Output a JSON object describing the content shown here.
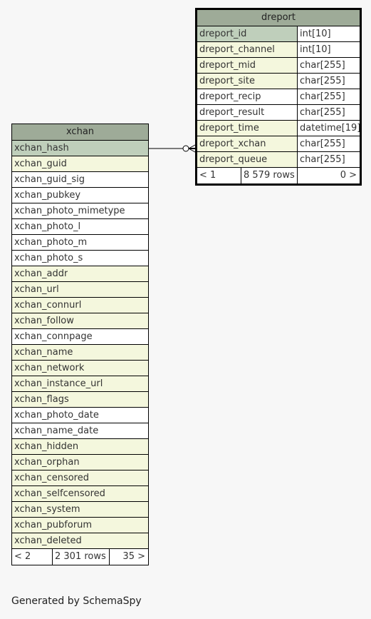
{
  "tables": {
    "dreport": {
      "name": "dreport",
      "columns": [
        {
          "name": "dreport_id",
          "type": "int[10]",
          "style": "pk"
        },
        {
          "name": "dreport_channel",
          "type": "int[10]",
          "style": "idx"
        },
        {
          "name": "dreport_mid",
          "type": "char[255]",
          "style": "idx"
        },
        {
          "name": "dreport_site",
          "type": "char[255]",
          "style": "idx"
        },
        {
          "name": "dreport_recip",
          "type": "char[255]",
          "style": "plain"
        },
        {
          "name": "dreport_result",
          "type": "char[255]",
          "style": "plain"
        },
        {
          "name": "dreport_time",
          "type": "datetime[19]",
          "style": "idx"
        },
        {
          "name": "dreport_xchan",
          "type": "char[255]",
          "style": "idx"
        },
        {
          "name": "dreport_queue",
          "type": "char[255]",
          "style": "idx"
        }
      ],
      "footer": {
        "parents": "< 1",
        "rows": "8 579 rows",
        "children": "0 >"
      }
    },
    "xchan": {
      "name": "xchan",
      "columns": [
        {
          "name": "xchan_hash",
          "style": "pk"
        },
        {
          "name": "xchan_guid",
          "style": "idx"
        },
        {
          "name": "xchan_guid_sig",
          "style": "plain"
        },
        {
          "name": "xchan_pubkey",
          "style": "plain"
        },
        {
          "name": "xchan_photo_mimetype",
          "style": "plain"
        },
        {
          "name": "xchan_photo_l",
          "style": "plain"
        },
        {
          "name": "xchan_photo_m",
          "style": "plain"
        },
        {
          "name": "xchan_photo_s",
          "style": "plain"
        },
        {
          "name": "xchan_addr",
          "style": "idx"
        },
        {
          "name": "xchan_url",
          "style": "idx"
        },
        {
          "name": "xchan_connurl",
          "style": "idx"
        },
        {
          "name": "xchan_follow",
          "style": "idx"
        },
        {
          "name": "xchan_connpage",
          "style": "plain"
        },
        {
          "name": "xchan_name",
          "style": "idx"
        },
        {
          "name": "xchan_network",
          "style": "idx"
        },
        {
          "name": "xchan_instance_url",
          "style": "idx"
        },
        {
          "name": "xchan_flags",
          "style": "idx"
        },
        {
          "name": "xchan_photo_date",
          "style": "plain"
        },
        {
          "name": "xchan_name_date",
          "style": "plain"
        },
        {
          "name": "xchan_hidden",
          "style": "idx"
        },
        {
          "name": "xchan_orphan",
          "style": "idx"
        },
        {
          "name": "xchan_censored",
          "style": "idx"
        },
        {
          "name": "xchan_selfcensored",
          "style": "idx"
        },
        {
          "name": "xchan_system",
          "style": "idx"
        },
        {
          "name": "xchan_pubforum",
          "style": "idx"
        },
        {
          "name": "xchan_deleted",
          "style": "idx"
        }
      ],
      "footer": {
        "parents": "< 2",
        "rows": "2 301 rows",
        "children": "35 >"
      }
    }
  },
  "caption": "Generated by SchemaSpy",
  "colors": {
    "header": "#9eab98",
    "primary_key": "#bfcfbb",
    "indexed": "#f4f7dd",
    "plain": "#ffffff",
    "background": "#f7f7f7"
  }
}
